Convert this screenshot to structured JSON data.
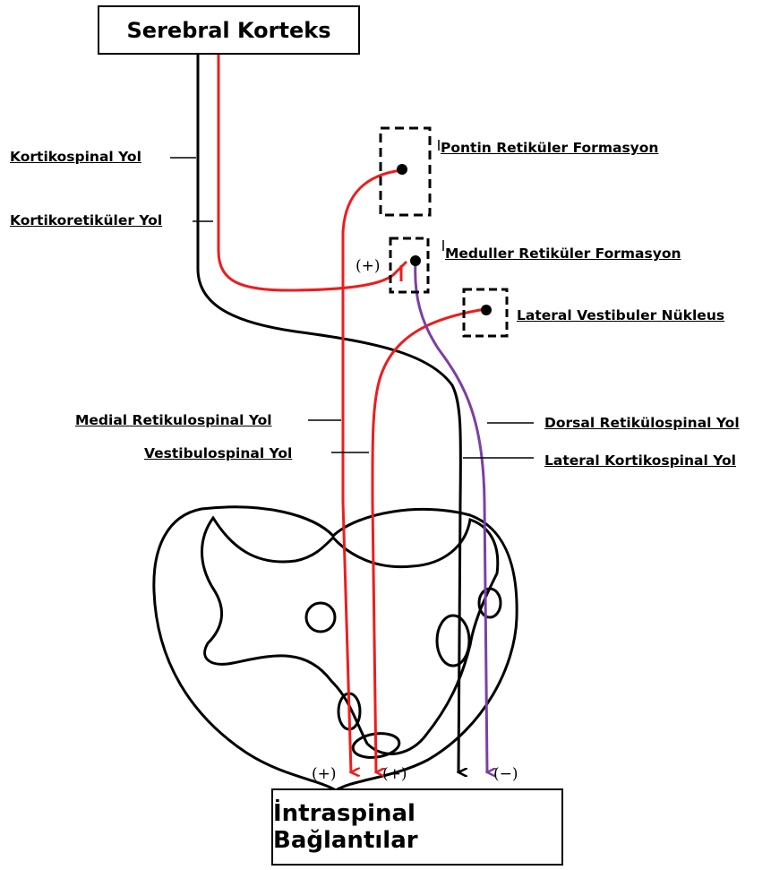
{
  "top_box": {
    "label": "Serebral Korteks"
  },
  "bottom_box": {
    "label": "İntraspinal Bağlantılar"
  },
  "nuclei": {
    "pontine": "Pontin Retiküler Formasyon",
    "medullary": "Meduller Retiküler Formasyon",
    "vestibular": "Lateral Vestibuler Nükleus"
  },
  "tracts": {
    "corticospinal": "Kortikospinal Yol",
    "corticoreticular": "Kortikoretiküler Yol",
    "medial_reticulospinal": "Medial Retikulospinal Yol",
    "vestibulospinal": "Vestibulospinal Yol",
    "dorsal_reticulospinal": "Dorsal Retikülospinal Yol",
    "lateral_corticospinal": "Lateral Kortikospinal Yol"
  },
  "signs": {
    "medullary_input": "(+)",
    "medial_reticulospinal_end": "(+)",
    "vestibulospinal_end": "(+)",
    "dorsal_reticulospinal_end": "(−)"
  },
  "colors": {
    "excitatory": "#ee1c1c",
    "inhibitory": "#7b3fa6",
    "corticospinal": "#000000"
  }
}
